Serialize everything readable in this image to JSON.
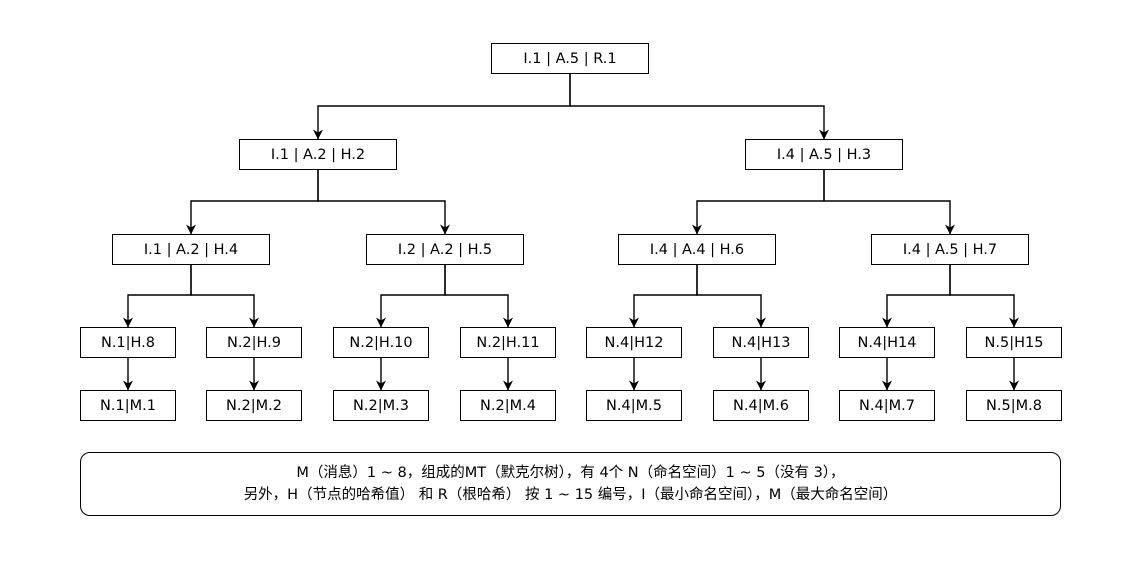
{
  "tree": {
    "root": "I.1 | A.5 | R.1",
    "level1": [
      "I.1 | A.2 | H.2",
      "I.4 | A.5 | H.3"
    ],
    "level2": [
      "I.1 | A.2 | H.4",
      "I.2 | A.2 | H.5",
      "I.4 | A.4 | H.6",
      "I.4 | A.5 | H.7"
    ],
    "leaves": [
      "N.1|H.8",
      "N.2|H.9",
      "N.2|H.10",
      "N.2|H.11",
      "N.4|H12",
      "N.4|H13",
      "N.4|H14",
      "N.5|H15"
    ],
    "messages": [
      "N.1|M.1",
      "N.2|M.2",
      "N.2|M.3",
      "N.2|M.4",
      "N.4|M.5",
      "N.4|M.6",
      "N.4|M.7",
      "N.5|M.8"
    ]
  },
  "caption": {
    "line1": "M（消息）1 ~ 8，组成的MT（默克尔树），有 4个 N（命名空间）1 ~ 5（没有 3），",
    "line2": "另外，H（节点的哈希值） 和 R（根哈希） 按 1 ~ 15 编号，I（最小命名空间），M（最大命名空间）"
  },
  "colors": {
    "stroke": "#000000",
    "background": "#ffffff"
  }
}
